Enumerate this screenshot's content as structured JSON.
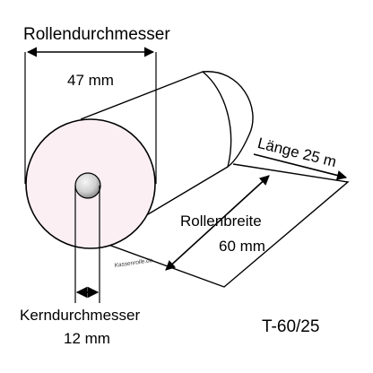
{
  "labels": {
    "roll_diameter_title": "Rollendurchmesser",
    "roll_diameter_value": "47 mm",
    "length": "Länge 25 m",
    "roll_width_title": "Rollenbreite",
    "roll_width_value": "60 mm",
    "core_diameter_title": "Kerndurchmesser",
    "core_diameter_value": "12 mm",
    "product_code": "T-60/25",
    "watermark": "Kassenrolle.de"
  },
  "colors": {
    "roll_face": "#fbeff4",
    "core_hole_light": "#f4f4f4",
    "core_hole_dark": "#8a8a8a",
    "line": "#000000",
    "background": "#ffffff"
  }
}
